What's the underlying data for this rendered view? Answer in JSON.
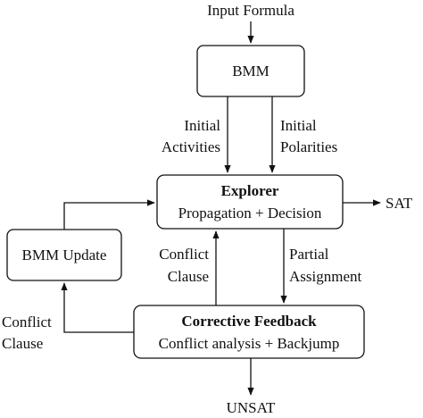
{
  "input": "Input Formula",
  "nodes": {
    "bmm": {
      "label": "BMM"
    },
    "explorer": {
      "title": "Explorer",
      "subtitle": "Propagation + Decision"
    },
    "bmm_update": {
      "label": "BMM Update"
    },
    "corrective": {
      "title": "Corrective Feedback",
      "subtitle": "Conflict analysis + Backjump"
    }
  },
  "outputs": {
    "sat": "SAT",
    "unsat": "UNSAT"
  },
  "edge_labels": {
    "initial_activities": [
      "Initial",
      "Activities"
    ],
    "initial_polarities": [
      "Initial",
      "Polarities"
    ],
    "partial_assignment": [
      "Partial",
      "Assignment"
    ],
    "conflict_clause_center": [
      "Conflict",
      "Clause"
    ],
    "conflict_clause_left": [
      "Conflict",
      "Clause"
    ]
  }
}
